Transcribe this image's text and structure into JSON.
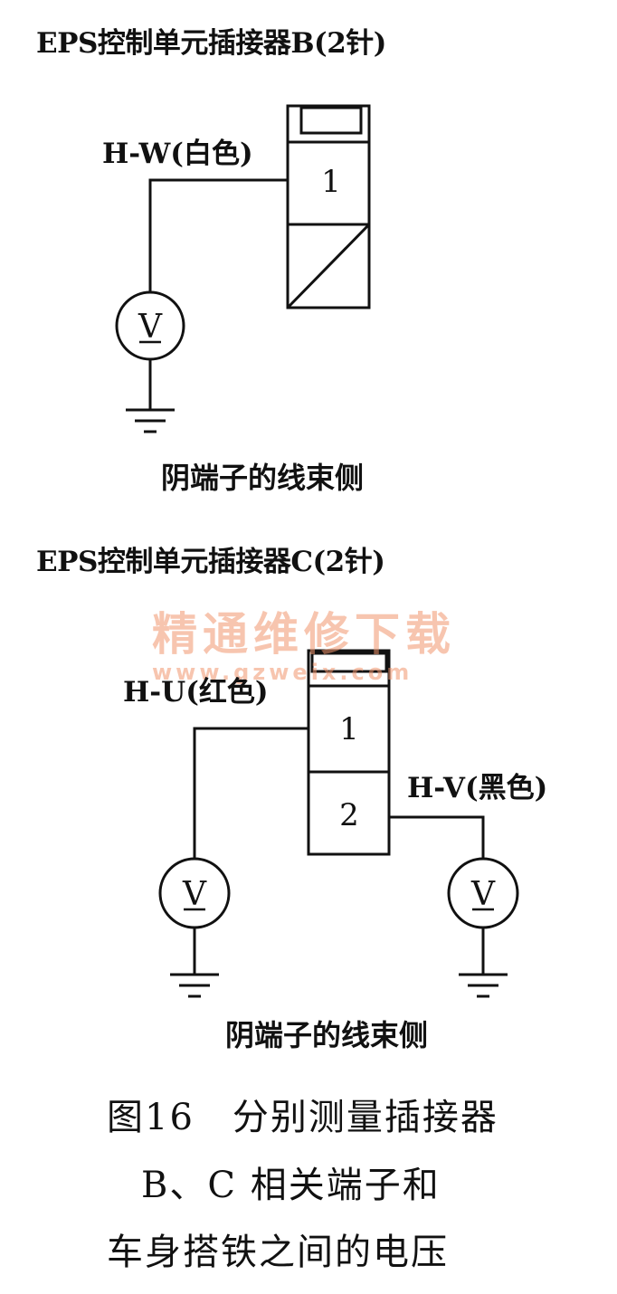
{
  "connector_b": {
    "title": "EPS控制单元插接器B(2针)",
    "wire_label": "H-W(白色)",
    "pin_1": "1",
    "side_label": "阴端子的线束侧",
    "meter_label": "V"
  },
  "connector_c": {
    "title": "EPS控制单元插接器C(2针)",
    "wire_1_label": "H-U(红色)",
    "wire_2_label": "H-V(黑色)",
    "pin_1": "1",
    "pin_2": "2",
    "side_label": "阴端子的线束侧",
    "meter_left_label": "V",
    "meter_right_label": "V"
  },
  "watermark": {
    "text_cn": "精通维修下载",
    "text_url": "www.gzweix.com"
  },
  "caption": {
    "line1": "图16　分别测量插接器",
    "line2": "B、C 相关端子和",
    "line3": "车身搭铁之间的电压"
  }
}
